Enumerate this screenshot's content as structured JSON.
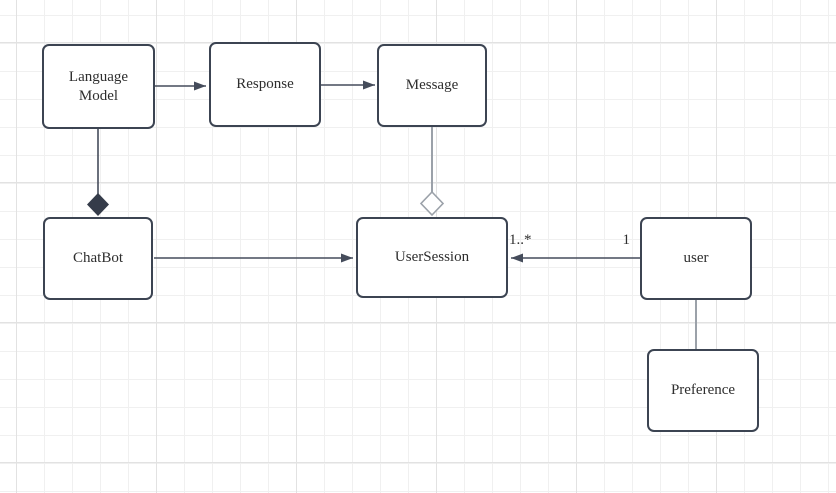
{
  "diagram": {
    "type": "uml-class-diagram",
    "nodes": [
      {
        "id": "language-model",
        "label": "Language Model"
      },
      {
        "id": "response",
        "label": "Response"
      },
      {
        "id": "message",
        "label": "Message"
      },
      {
        "id": "chatbot",
        "label": "ChatBot"
      },
      {
        "id": "usersession",
        "label": "UserSession"
      },
      {
        "id": "user",
        "label": "user"
      },
      {
        "id": "preference",
        "label": "Preference"
      }
    ],
    "edges": [
      {
        "from": "Language Model",
        "to": "Response",
        "type": "directed-arrow"
      },
      {
        "from": "Response",
        "to": "Message",
        "type": "directed-arrow"
      },
      {
        "from": "Language Model",
        "to": "ChatBot",
        "type": "composition-filled-diamond-at-chatbot"
      },
      {
        "from": "Message",
        "to": "UserSession",
        "type": "aggregation-hollow-diamond-at-usersession"
      },
      {
        "from": "ChatBot",
        "to": "UserSession",
        "type": "directed-arrow"
      },
      {
        "from": "user",
        "to": "UserSession",
        "type": "directed-arrow",
        "multiplicity_source": "1",
        "multiplicity_target": "1..*"
      },
      {
        "from": "user",
        "to": "Preference",
        "type": "plain-line"
      }
    ],
    "labels": {
      "usersession_multiplicity": "1..*",
      "user_multiplicity": "1"
    },
    "colors": {
      "background": "#ffffff",
      "grid_minor": "#f0f0f0",
      "grid_major": "#e2e2e2",
      "node_fill": "#ffffff",
      "node_border": "#3c4452",
      "edge_dark": "#454c5b",
      "edge_gray": "#9ba1a9",
      "diamond_fill": "#353c4a",
      "text": "#2e2e2e"
    }
  }
}
